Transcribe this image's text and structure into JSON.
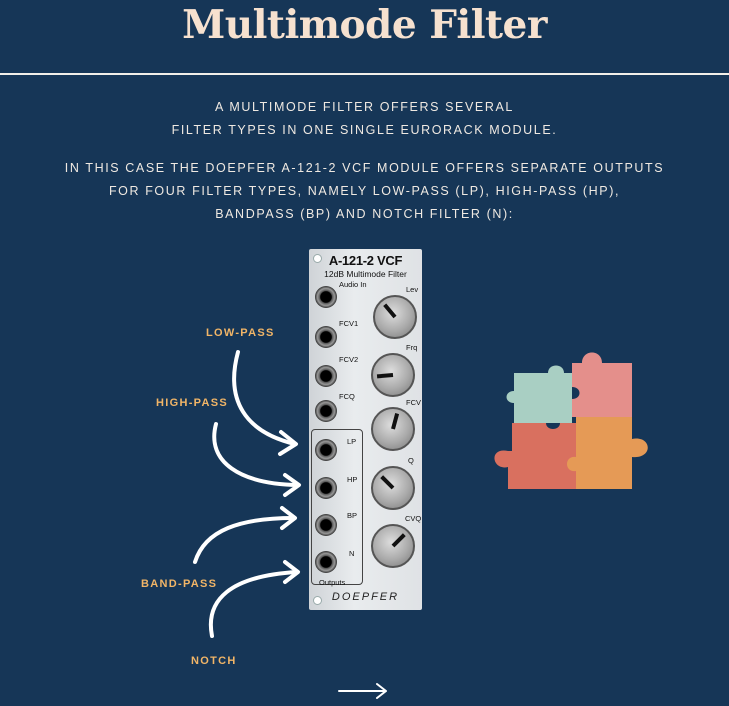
{
  "title": "Multimode Filter",
  "intro": {
    "line1": "A MULTIMODE FILTER OFFERS SEVERAL",
    "line2": "FILTER TYPES IN ONE SINGLE EURORACK MODULE."
  },
  "detail": {
    "line1": "IN THIS CASE THE DOEPFER A-121-2 VCF MODULE OFFERS SEPARATE OUTPUTS",
    "line2": "FOR FOUR FILTER TYPES, NAMELY LOW-PASS (LP), HIGH-PASS (HP),",
    "line3": "BANDPASS (BP) AND NOTCH FILTER (N):"
  },
  "labels": {
    "low_pass": "LOW-PASS",
    "high_pass": "HIGH-PASS",
    "band_pass": "BAND-PASS",
    "notch": "NOTCH"
  },
  "module": {
    "name": "A-121-2 VCF",
    "subtitle": "12dB Multimode Filter",
    "audio_in": "Audio In",
    "fcv1": "FCV1",
    "fcv2": "FCV2",
    "fcq": "FCQ",
    "lp": "LP",
    "hp": "HP",
    "bp": "BP",
    "n": "N",
    "outputs": "Outputs",
    "lev": "Lev",
    "frq": "Frq",
    "fcv": "FCV",
    "q": "Q",
    "cvq": "CVQ",
    "brand": "DOEPFER"
  },
  "colors": {
    "background": "#163657",
    "title": "#f6e1cf",
    "label": "#f1b567",
    "puzzle_teal": "#a9cfc3",
    "puzzle_pink": "#e48f8b",
    "puzzle_red": "#d9705f",
    "puzzle_orange": "#e59a56"
  },
  "icons": {
    "next": "arrow-right-icon",
    "puzzle": "puzzle-icon"
  }
}
